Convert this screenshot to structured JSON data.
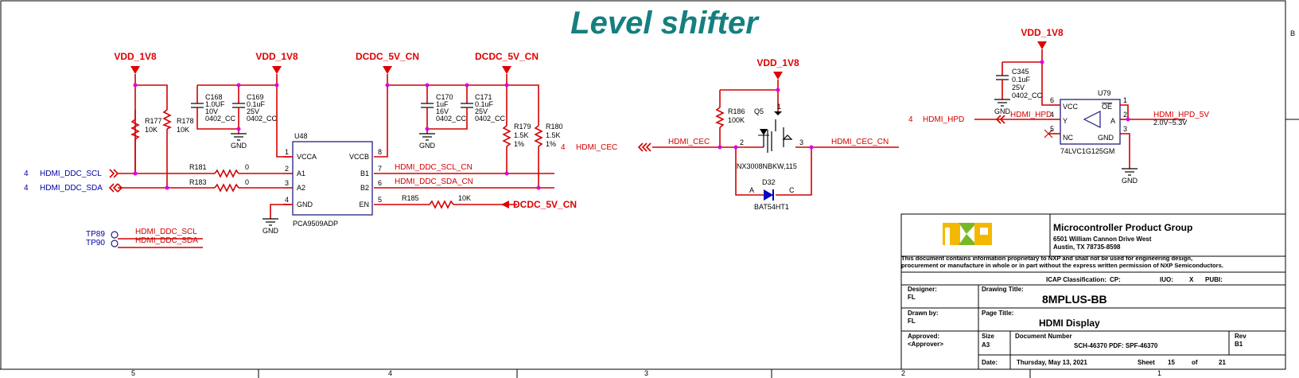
{
  "title": "Level shifter",
  "power": {
    "vdd1v8": "VDD_1V8",
    "dcdc5v": "DCDC_5V_CN",
    "gnd": "GND"
  },
  "nets": {
    "ddc_scl": "HDMI_DDC_SCL",
    "ddc_sda": "HDMI_DDC_SDA",
    "ddc_scl_cn": "HDMI_DDC_SCL_CN",
    "ddc_sda_cn": "HDMI_DDC_SDA_CN",
    "cec": "HDMI_CEC",
    "cec_cn": "HDMI_CEC_CN",
    "hpd": "HDMI_HPD",
    "hpd_5v": "HDMI_HPD_5V",
    "hpd_range": "2.0V~5.3V"
  },
  "offpage": {
    "scl": "4",
    "sda": "4",
    "cec": "4",
    "hpd": "4"
  },
  "testpoints": {
    "tp89": "TP89",
    "tp90": "TP90"
  },
  "caps": {
    "c168": [
      "C168",
      "1.0UF",
      "10V",
      "0402_CC"
    ],
    "c169": [
      "C169",
      "0.1uF",
      "25V",
      "0402_CC"
    ],
    "c170": [
      "C170",
      "1uF",
      "16V",
      "0402_CC"
    ],
    "c171": [
      "C171",
      "0.1uF",
      "25V",
      "0402_CC"
    ],
    "c345": [
      "C345",
      "0.1uF",
      "25V",
      "0402_CC"
    ]
  },
  "resistors": {
    "r177": [
      "R177",
      "10K"
    ],
    "r178": [
      "R178",
      "10K"
    ],
    "r179": [
      "R179",
      "1.5K",
      "1%"
    ],
    "r180": [
      "R180",
      "1.5K",
      "1%"
    ],
    "r181": [
      "R181",
      "0"
    ],
    "r183": [
      "R183",
      "0"
    ],
    "r185": [
      "R185",
      "10K"
    ],
    "r186": [
      "R186",
      "100K"
    ]
  },
  "u48": {
    "ref": "U48",
    "part": "PCA9509ADP",
    "pins": [
      "VCCA",
      "A1",
      "A2",
      "GND",
      "VCCB",
      "B1",
      "B2",
      "EN"
    ],
    "nums": [
      "1",
      "2",
      "3",
      "4",
      "8",
      "7",
      "6",
      "5"
    ]
  },
  "q5": {
    "ref": "Q5",
    "part": "NX3008NBKW,115",
    "pin2": "2",
    "pin3": "3",
    "pin1": "1"
  },
  "d32": {
    "ref": "D32",
    "part": "BAT54HT1",
    "a": "A",
    "c": "C"
  },
  "u79": {
    "ref": "U79",
    "part": "74LVC1G125GM",
    "pins": [
      "VCC",
      "OE",
      "Y",
      "A",
      "NC",
      "GND"
    ],
    "nums": [
      "6",
      "1",
      "4",
      "2",
      "5",
      "3"
    ]
  },
  "titleblock": {
    "company": "Microcontroller Product Group",
    "addr1": "6501 William Cannon Drive West",
    "addr2": "Austin, TX 78735-8598",
    "notice1": "This document contains information proprietary to NXP and shall not be used for engineering design,",
    "notice2": "procurement or manufacture in whole or in part without the express written permission of NXP Semiconductors.",
    "icap": "ICAP Classification:",
    "cp": "CP:",
    "iuo": "IUO:",
    "x": "X",
    "pubi": "PUBI:",
    "designer_lbl": "Designer:",
    "designer": "FL",
    "drawing_title_lbl": "Drawing Title:",
    "drawing_title": "8MPLUS-BB",
    "drawn_lbl": "Drawn by:",
    "drawn": "FL",
    "page_title_lbl": "Page Title:",
    "page_title": "HDMI Display",
    "approved_lbl": "Approved:",
    "approver": "<Approver>",
    "size_lbl": "Size",
    "size": "A3",
    "docnum_lbl": "Document Number",
    "docnum": "SCH-46370 PDF: SPF-46370",
    "rev_lbl": "Rev",
    "rev": "B1",
    "date_lbl": "Date:",
    "date": "Thursday, May 13, 2021",
    "sheet_lbl": "Sheet",
    "sheet": "15",
    "of_lbl": "of",
    "of": "21"
  },
  "zones": [
    "5",
    "4",
    "3",
    "2",
    "1"
  ],
  "side_zone": "B",
  "colors": {
    "title": "#167f7f",
    "wire": "#d40000",
    "body": "#202080",
    "junction": "#e000e0",
    "offpage": "#0000a8"
  }
}
